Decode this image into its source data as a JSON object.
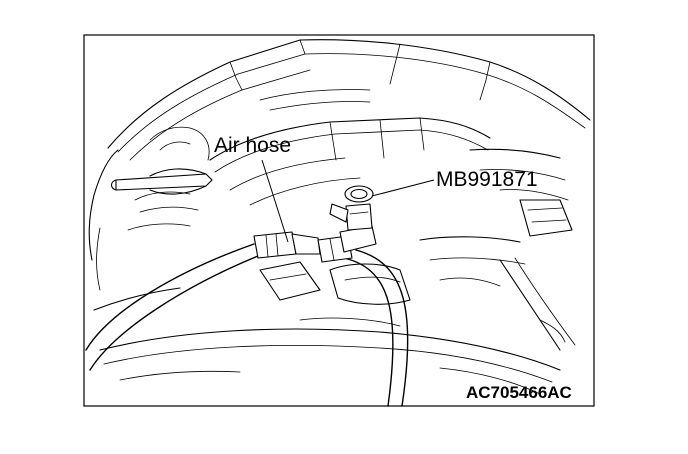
{
  "callouts": {
    "air_hose": "Air hose",
    "tool": "MB991871"
  },
  "figure_code": "AC705466AC"
}
